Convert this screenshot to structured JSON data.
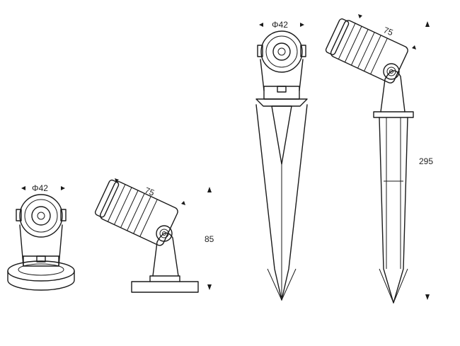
{
  "drawing": {
    "views": [
      {
        "name": "surface-mount-front",
        "dimension": "Φ42"
      },
      {
        "name": "surface-mount-side",
        "dimension_length": "75",
        "dimension_height": "85"
      },
      {
        "name": "spike-mount-front",
        "dimension": "Φ42"
      },
      {
        "name": "spike-mount-side",
        "dimension_length": "75",
        "dimension_height": "295"
      }
    ]
  },
  "colors": {
    "line": "#1a1a1a",
    "background": "#ffffff"
  }
}
